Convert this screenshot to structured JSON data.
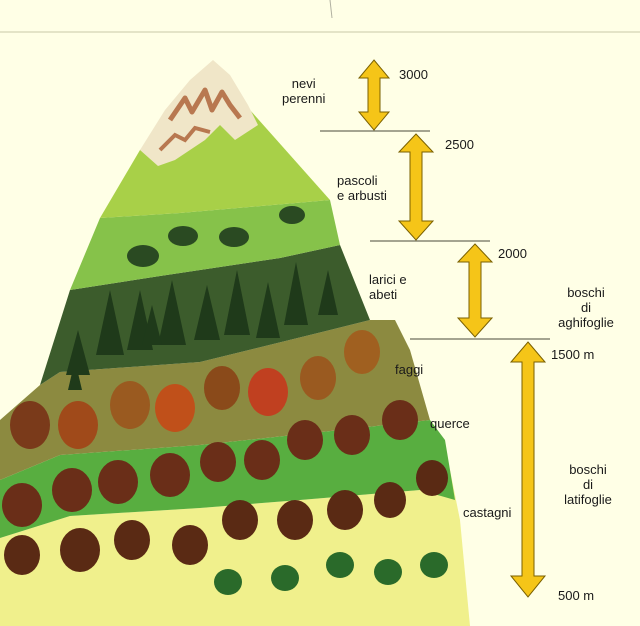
{
  "zones": [
    {
      "name": "nevi perenni",
      "label": "nevi\nperenni",
      "color": "#e8d8b0"
    },
    {
      "name": "pascoli e arbusti",
      "label": "pascoli\ne arbusti",
      "color": "#a8d048"
    },
    {
      "name": "larici e abeti",
      "label": "larici e\nabeti",
      "color": "#3c5c2c"
    },
    {
      "name": "faggi",
      "label": "faggi",
      "color": "#8c8a40"
    },
    {
      "name": "querce",
      "label": "querce",
      "color": "#58ae40"
    },
    {
      "name": "castagni",
      "label": "castagni",
      "color": "#f0f08c"
    }
  ],
  "altitudes": {
    "a3000": "3000",
    "a2500": "2500",
    "a2000": "2000",
    "a1500": "1500 m",
    "a500": "500 m"
  },
  "groups": {
    "aghifoglie": "boschi\ndi\naghifoglie",
    "latifoglie": "boschi\ndi\nlatifoglie"
  },
  "colors": {
    "background": "#ffffe6",
    "arrow": "#f5c518",
    "arrow_outline": "#7a6000",
    "snow": "#f0e6c8",
    "rock": "#b87850",
    "conifer": "#1f3a1a",
    "broadleaf": "#7a3a1a"
  }
}
